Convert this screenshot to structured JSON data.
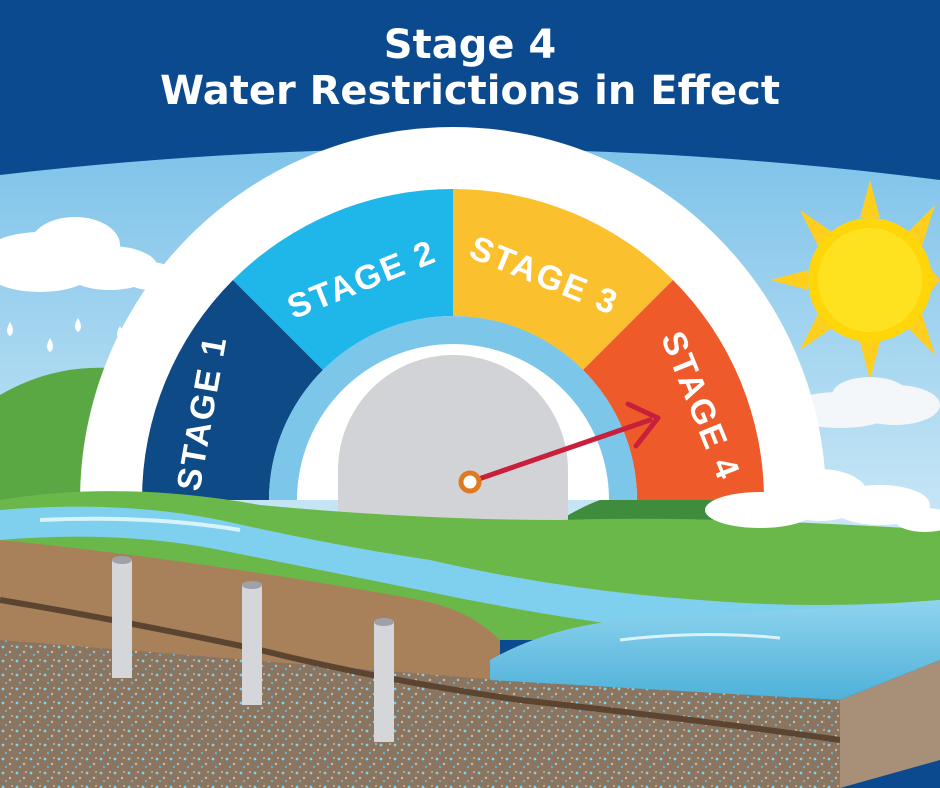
{
  "title": {
    "line1": "Stage 4",
    "line2": "Water Restrictions in Effect"
  },
  "gauge": {
    "stages": [
      {
        "label": "STAGE 1",
        "color": "#0e4a86"
      },
      {
        "label": "STAGE 2",
        "color": "#1fb7ea"
      },
      {
        "label": "STAGE 3",
        "color": "#fbc02d"
      },
      {
        "label": "STAGE 4",
        "color": "#ef5a2b"
      }
    ],
    "active_stage": "STAGE 4",
    "needle_color": "#c8203a"
  },
  "colors": {
    "background": "#0b4a8f",
    "sky": "#9fd3ef",
    "grass": "#6bb84a",
    "water": "#6cc6e6",
    "soil": "#a8805a",
    "sun": "#ffd60a"
  },
  "icons": [
    "sun-icon",
    "cloud-icon",
    "rain-drop-icon",
    "well-pipe-icon"
  ]
}
